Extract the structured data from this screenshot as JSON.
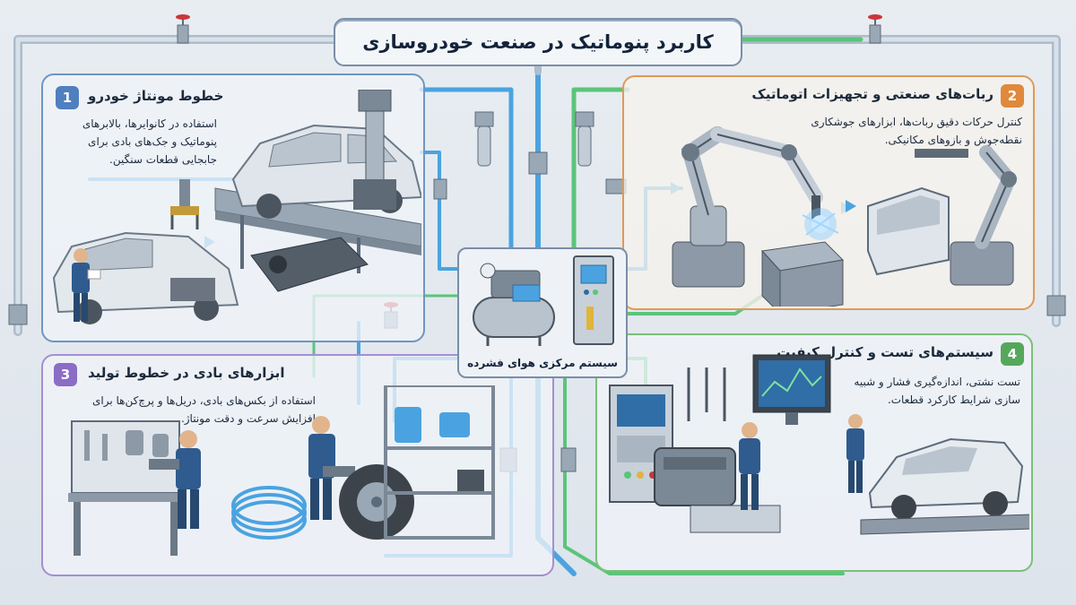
{
  "title": "کاربرد پنوماتیک در صنعت خودروسازی",
  "central": {
    "label": "سیستم مرکزی هوای فشرده"
  },
  "panels": [
    {
      "number": "1",
      "title": "خطوط مونتاژ خودرو",
      "desc": [
        "استفاده در کانوایرها، بالابرهای",
        "پنوماتیک و جک‌های بادی برای",
        "جابجایی قطعات سنگین."
      ],
      "accent": "#6f95c4"
    },
    {
      "number": "2",
      "title": "ربات‌های صنعتی و تجهیزات اتوماتیک",
      "desc": [
        "کنترل حرکات دقیق ربات‌ها، ابزارهای جوشکاری",
        "نقطه‌جوش و بازوهای مکانیکی."
      ],
      "accent": "#e09a56"
    },
    {
      "number": "3",
      "title": "ابزارهای بادی در خطوط تولید",
      "desc": [
        "استفاده از بکس‌های بادی، دریل‌ها و پرچ‌کن‌ها برای",
        "افزایش سرعت و دقت مونتاژ."
      ],
      "accent": "#a58ed2"
    },
    {
      "number": "4",
      "title": "سیستم‌های تست و کنترل کیفیت",
      "desc": [
        "تست نشتی، اندازه‌گیری فشار و شبیه",
        "سازی شرایط کارکرد قطعات."
      ],
      "accent": "#7cbf78"
    }
  ],
  "colors": {
    "pipe_blue": "#4aa3e0",
    "pipe_green": "#5cc47a",
    "pipe_steel": "#b9c7d6",
    "valve_red": "#c9363a",
    "robot_gray": "#8d99a6",
    "worker_blue": "#2f5b8f"
  }
}
